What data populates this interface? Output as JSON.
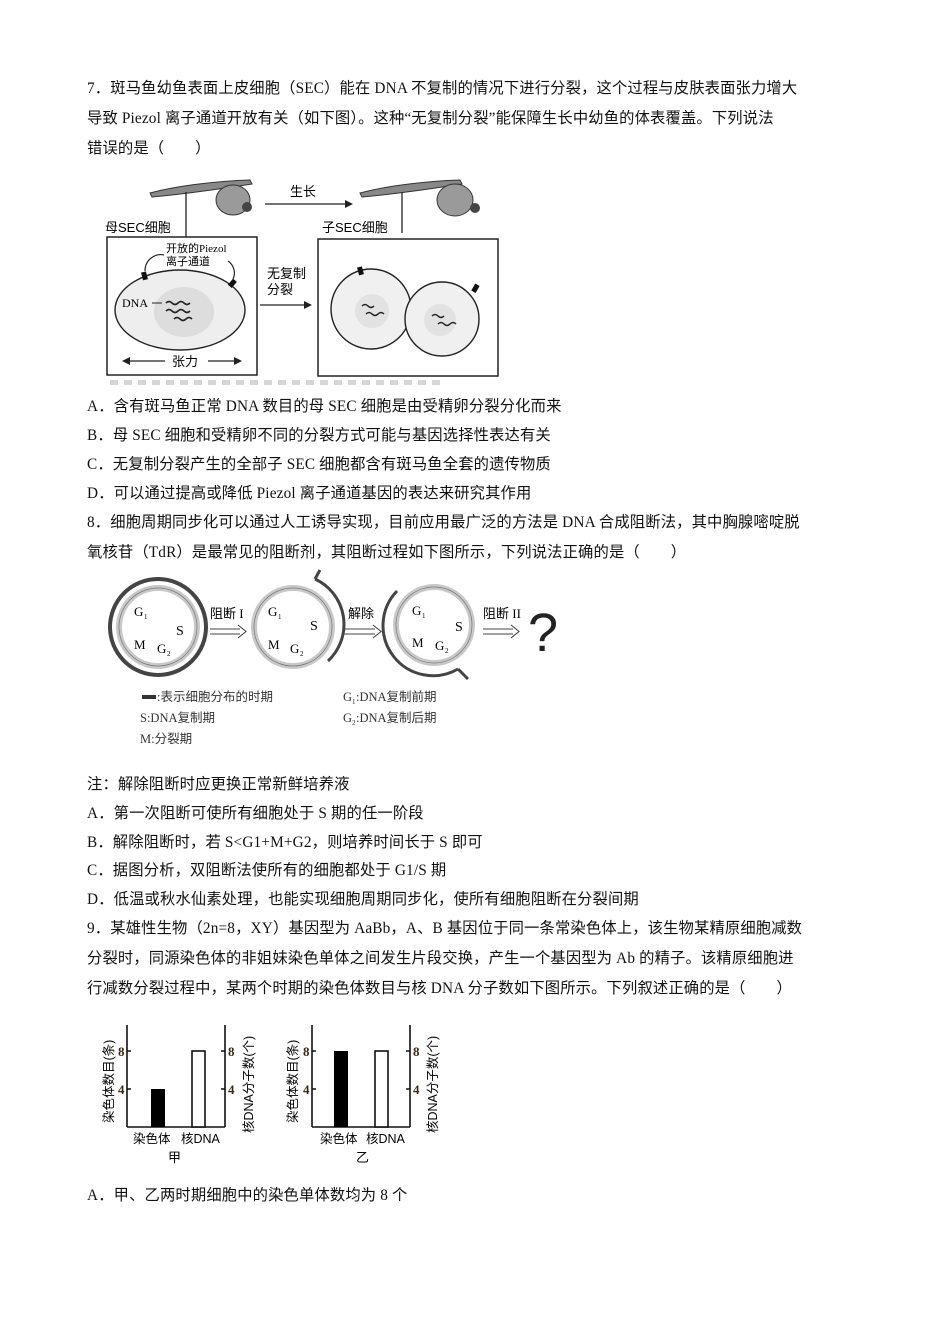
{
  "q7": {
    "stem_lines": [
      "7．斑马鱼幼鱼表面上皮细胞（SEC）能在 DNA 不复制的情况下进行分裂，这个过程与皮肤表面张力增大",
      "导致 Piezol 离子通道开放有关（如下图）。这种“无复制分裂”能保障生长中幼鱼的体表覆盖。下列说法",
      "错误的是（　　）"
    ],
    "figure": {
      "growth_label": "生长",
      "mother_cell_label": "母SEC细胞",
      "daughter_cell_label": "子SEC细胞",
      "channel_label_line1": "开放的Piezol",
      "channel_label_line2": "离子通道",
      "dna_label": "DNA",
      "tension_label": "张力",
      "division_label_line1": "无复制",
      "division_label_line2": "分裂"
    },
    "options": [
      "A．含有斑马鱼正常 DNA 数目的母 SEC 细胞是由受精卵分裂分化而来",
      "B．母 SEC 细胞和受精卵不同的分裂方式可能与基因选择性表达有关",
      "C．无复制分裂产生的全部子 SEC 细胞都含有斑马鱼全套的遗传物质",
      "D．可以通过提高或降低 Piezol 离子通道基因的表达来研究其作用"
    ]
  },
  "q8": {
    "stem_lines": [
      "8．细胞周期同步化可以通过人工诱导实现，目前应用最广泛的方法是 DNA 合成阻断法，其中胸腺嘧啶脱",
      "氧核苷（TdR）是最常见的阻断剂，其阻断过程如下图所示，下列说法正确的是（　　）"
    ],
    "figure": {
      "phase_g1": "G",
      "phase_g1_sub": "1",
      "phase_s": "S",
      "phase_m": "M",
      "phase_g2": "G",
      "phase_g2_sub": "2",
      "arrow1_label": "阻断 I",
      "arrow2_label": "解除",
      "arrow3_label": "阻断 II",
      "question_mark": "?",
      "legend": {
        "bar_desc": ":表示细胞分布的时期",
        "s_desc": "S:DNA复制期",
        "m_desc": "M:分裂期",
        "g1_desc": ":DNA复制前期",
        "g2_desc": ":DNA复制后期"
      }
    },
    "note": "注：解除阻断时应更换正常新鲜培养液",
    "options": [
      "A．第一次阻断可使所有细胞处于 S 期的任一阶段",
      "B．解除阻断时，若 S<G1+M+G2，则培养时间长于 S 即可",
      "C．据图分析，双阻断法使所有的细胞都处于 G1/S 期",
      "D．低温或秋水仙素处理，也能实现细胞周期同步化，使所有细胞阻断在分裂间期"
    ]
  },
  "q9": {
    "stem_lines": [
      "9．某雄性生物（2n=8，XY）基因型为 AaBb，A、B 基因位于同一条常染色体上，该生物某精原细胞减数",
      "分裂时，同源染色体的非姐妹染色单体之间发生片段交换，产生一个基因型为 Ab 的精子。该精原细胞进",
      "行减数分裂过程中，某两个时期的染色体数目与核 DNA 分子数如下图所示。下列叙述正确的是（　　）"
    ],
    "options": [
      "A．甲、乙两时期细胞中的染色单体数均为 8 个"
    ]
  },
  "chart_data": [
    {
      "type": "bar",
      "title": "甲",
      "categories": [
        "染色体",
        "核DNA"
      ],
      "values": [
        4,
        8
      ],
      "bar_fills": [
        "#000000",
        "#ffffff"
      ],
      "ylabel": "染色体数目(条)",
      "y2label": "核DNA分子数(个)",
      "yticks": [
        4,
        8
      ],
      "ylim": [
        0,
        11
      ],
      "grid": false
    },
    {
      "type": "bar",
      "title": "乙",
      "categories": [
        "染色体",
        "核DNA"
      ],
      "values": [
        8,
        8
      ],
      "bar_fills": [
        "#000000",
        "#ffffff"
      ],
      "ylabel": "染色体数目(条)",
      "y2label": "核DNA分子数(个)",
      "yticks": [
        4,
        8
      ],
      "ylim": [
        0,
        11
      ],
      "grid": false
    }
  ]
}
